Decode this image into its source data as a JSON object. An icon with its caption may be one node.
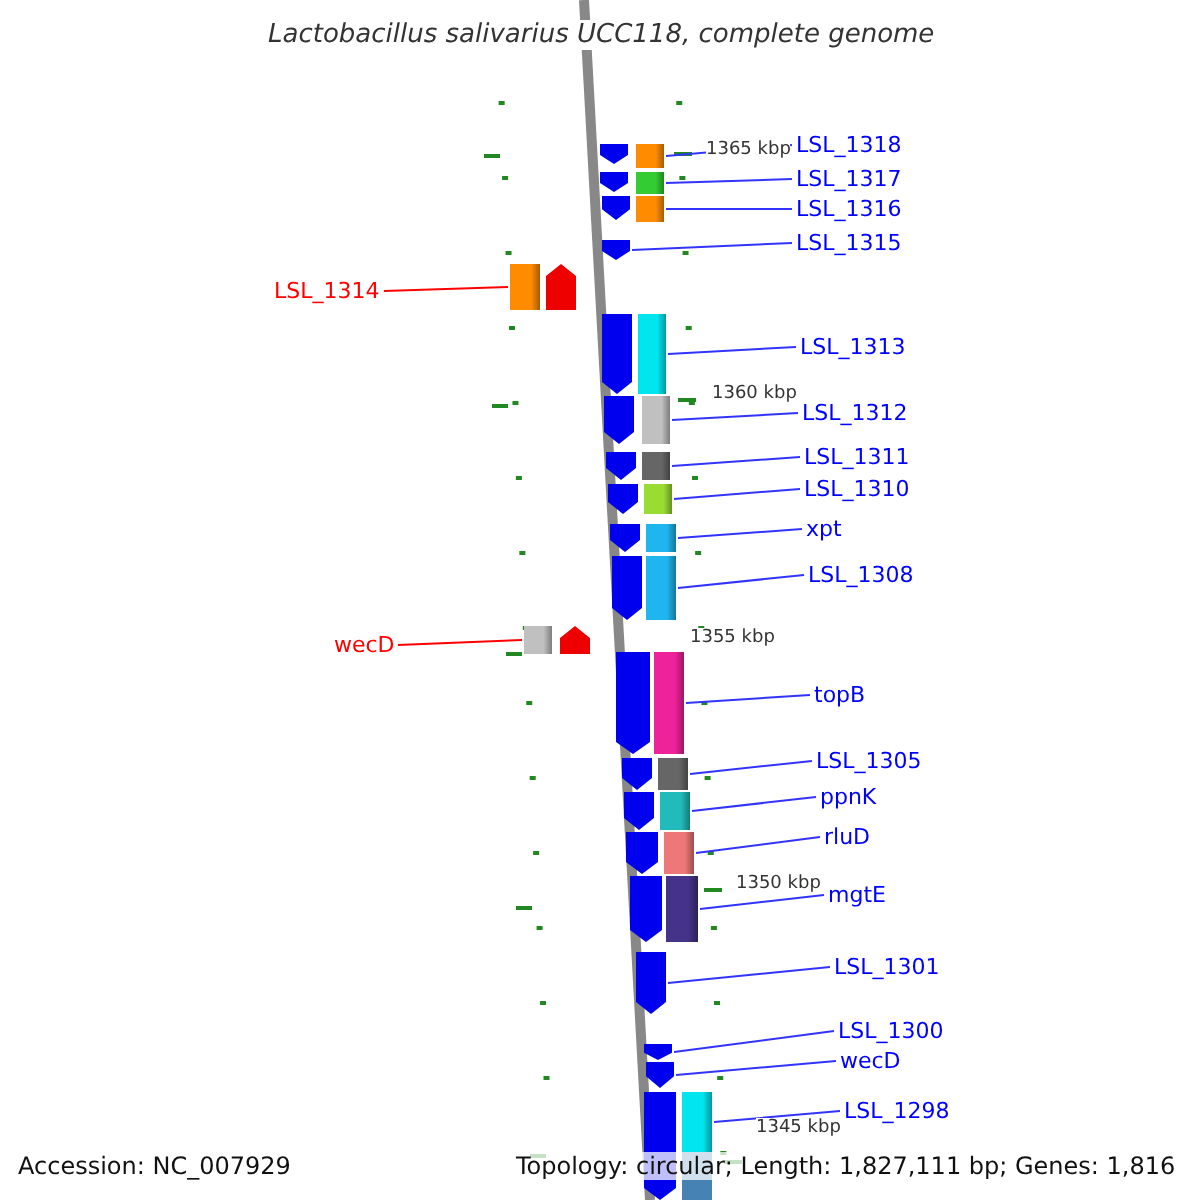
{
  "diagram": {
    "title": "Lactobacillus salivarius UCC118, complete genome",
    "nodes": [
      {
        "text": [
          "LSL_1318"
        ]
      },
      {
        "text": [],
        "shape": "box"
      },
      {
        "text": [
          "LSL_1317"
        ]
      },
      {
        "text": [],
        "shape": "box"
      },
      {
        "text": [
          "LSL_1316"
        ]
      },
      {
        "text": [],
        "shape": "box"
      },
      {
        "text": [
          "LSL_1315"
        ]
      },
      {
        "text": [],
        "shape": "pentagon"
      },
      {
        "text": [
          "LSL_1314"
        ]
      },
      {
        "text": [],
        "shape": "box"
      },
      {
        "text": [
          "LSL_1313"
        ]
      },
      {
        "text": [],
        "shape": "box"
      },
      {
        "text": [
          "LSL_1312"
        ]
      },
      {
        "text": [],
        "shape": "box"
      },
      {
        "text": [
          "LSL_1311"
        ]
      },
      {
        "text": [],
        "shape": "box"
      },
      {
        "text": [
          "LSL_1310"
        ]
      },
      {
        "text": [],
        "shape": "box"
      },
      {
        "text": [
          "xpt"
        ]
      },
      {
        "text": [],
        "shape": "box"
      },
      {
        "text": [
          "LSL_1308"
        ]
      },
      {
        "text": [],
        "shape": "box"
      },
      {
        "text": [
          "wecD"
        ]
      },
      {
        "text": [],
        "shape": "box"
      },
      {
        "text": [
          "topB"
        ]
      },
      {
        "text": [],
        "shape": "box"
      },
      {
        "text": [
          "LSL_1305"
        ]
      },
      {
        "text": [],
        "shape": "box"
      },
      {
        "text": [
          "ppnK"
        ]
      },
      {
        "text": [],
        "shape": "box"
      },
      {
        "text": [
          "rluD"
        ]
      },
      {
        "text": [],
        "shape": "box"
      },
      {
        "text": [
          "mgtE"
        ]
      },
      {
        "text": [],
        "shape": "box"
      },
      {
        "text": [
          "LSL_1301"
        ]
      },
      {
        "text": [],
        "shape": "pentagon"
      },
      {
        "text": [
          "LSL_1300"
        ]
      },
      {
        "text": [],
        "shape": "pentagon"
      },
      {
        "text": [
          "wecD"
        ]
      },
      {
        "text": [],
        "shape": "pentagon"
      },
      {
        "text": [
          "LSL_1298"
        ]
      },
      {
        "text": [],
        "shape": "box"
      }
    ],
    "edges": [
      {
        "from": 0,
        "to": 1,
        "arrow": "none"
      },
      {
        "from": 2,
        "to": 3,
        "arrow": "none"
      },
      {
        "from": 4,
        "to": 5,
        "arrow": "none"
      },
      {
        "from": 6,
        "to": 7,
        "arrow": "none"
      },
      {
        "from": 8,
        "to": 9,
        "arrow": "none",
        "color": "#ff0000"
      },
      {
        "from": 10,
        "to": 11,
        "arrow": "none"
      },
      {
        "from": 12,
        "to": 13,
        "arrow": "none"
      },
      {
        "from": 14,
        "to": 15,
        "arrow": "none"
      },
      {
        "from": 16,
        "to": 17,
        "arrow": "none"
      },
      {
        "from": 18,
        "to": 19,
        "arrow": "none"
      },
      {
        "from": 20,
        "to": 21,
        "arrow": "none"
      },
      {
        "from": 22,
        "to": 23,
        "arrow": "none",
        "color": "#ff0000"
      },
      {
        "from": 24,
        "to": 25,
        "arrow": "none"
      },
      {
        "from": 26,
        "to": 27,
        "arrow": "none"
      },
      {
        "from": 28,
        "to": 29,
        "arrow": "none"
      },
      {
        "from": 30,
        "to": 31,
        "arrow": "none"
      },
      {
        "from": 32,
        "to": 33,
        "arrow": "none"
      },
      {
        "from": 34,
        "to": 35,
        "arrow": "none"
      },
      {
        "from": 36,
        "to": 37,
        "arrow": "none"
      },
      {
        "from": 38,
        "to": 39,
        "arrow": "none"
      },
      {
        "from": 40,
        "to": 41,
        "arrow": "none"
      }
    ],
    "labels": [
      "1365 kbp",
      "1360 kbp",
      "1355 kbp",
      "1350 kbp",
      "1345 kbp",
      "Accession: NC_007929",
      "Topology: circular; Length: 1,827,111 bp; Genes: 1,816"
    ]
  }
}
